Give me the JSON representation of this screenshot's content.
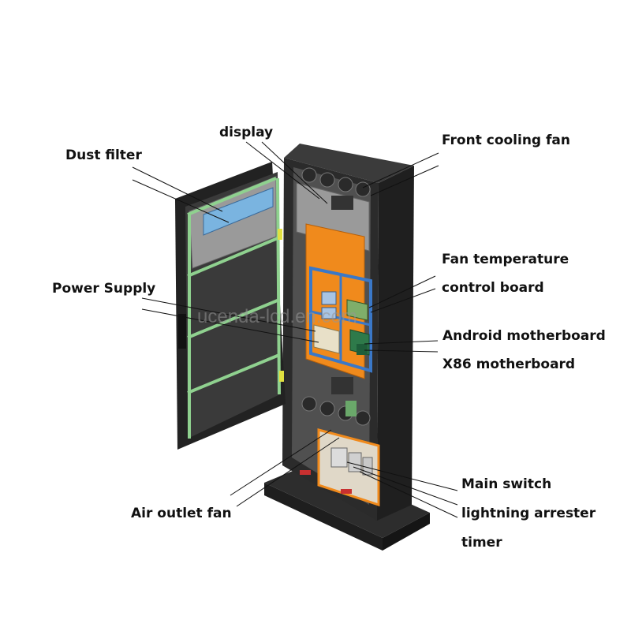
{
  "labels": {
    "display": "display",
    "front_cooling_fan": "Front cooling fan",
    "dust_filter": "Dust filter",
    "fan_temp_line1": "Fan temperature",
    "fan_temp_line2": "control board",
    "power_supply": "Power Supply",
    "android_motherboard": "Android motherboard",
    "x86_motherboard": "X86 motherboard",
    "main_switch": "Main switch",
    "lightning_arrester": "lightning arrester",
    "timer": "timer",
    "air_outlet_fan": "Air outlet fan"
  },
  "watermark": "ucenda-lcd.en.com",
  "colors": {
    "cabinet_dark": "#2b2b2b",
    "door_panel": "#3a3a3a",
    "green_trim": "#8fd18f",
    "orange_panel": "#f08a1c",
    "blue_frame": "#3a78c8",
    "label_text": "#111111"
  }
}
